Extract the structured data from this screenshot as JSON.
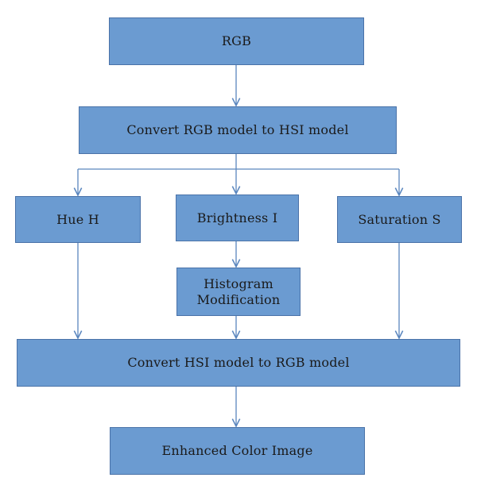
{
  "nodes": {
    "rgb": "RGB",
    "convert_to_hsi": "Convert RGB model to HSI model",
    "hue": "Hue H",
    "brightness": "Brightness I",
    "saturation": "Saturation S",
    "histogram_line1": "Histogram",
    "histogram_line2": "Modification",
    "convert_to_rgb": "Convert HSI model to RGB model",
    "enhanced": "Enhanced Color Image"
  },
  "colors": {
    "box_fill": "#6b9bd1",
    "box_border": "#4a72a8",
    "connector": "#5a86be"
  }
}
